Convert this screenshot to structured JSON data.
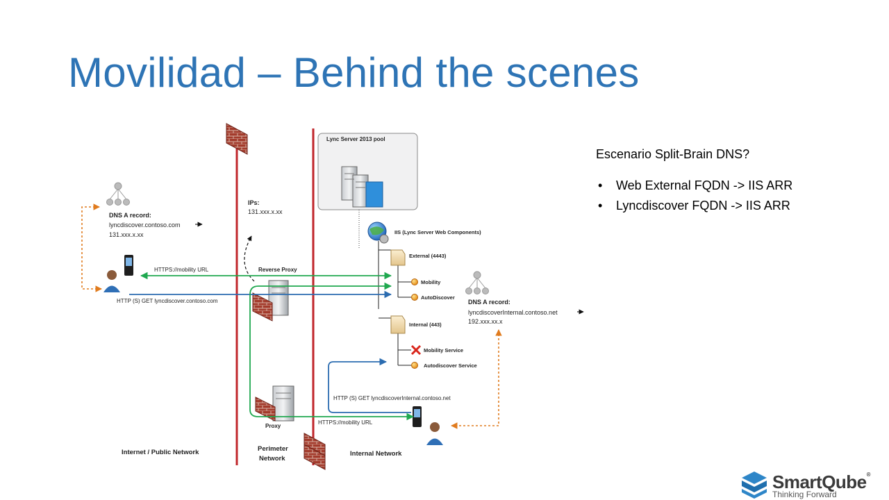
{
  "slide": {
    "title": "Movilidad – Behind the scenes"
  },
  "diagram": {
    "pool_title": "Lync Server 2013 pool",
    "iis_label": "IIS (Lync Server Web Components)",
    "external_site": "External (4443)",
    "external_items": [
      "Mobility",
      "AutoDiscover"
    ],
    "internal_site": "Internal (443)",
    "internal_items": [
      "Mobility Service",
      "Autodiscover Service"
    ],
    "dns_external": {
      "heading": "DNS A record:",
      "name": "lyncdiscover.contoso.com",
      "address": "131.xxx.x.xx"
    },
    "dns_internal": {
      "heading": "DNS A record:",
      "name": "lyncdiscoverInternal.contoso.net",
      "address": "192.xxx.xx.x"
    },
    "ips": {
      "heading": "IPs:",
      "value": "131.xxx.x.xx"
    },
    "reverse_proxy_label": "Reverse Proxy",
    "proxy_label": "Proxy",
    "arrow_external_https": "HTTPS://mobility URL",
    "arrow_external_get": "HTTP (S) GET lyncdiscover.contoso.com",
    "arrow_internal_get": "HTTP (S) GET lyncdiscoverInternal.contoso.net",
    "arrow_internal_https": "HTTPS://mobility URL",
    "zones": {
      "internet": "Internet / Public Network",
      "perimeter_line1": "Perimeter",
      "perimeter_line2": "Network",
      "internal": "Internal Network"
    },
    "colors": {
      "green": "#1FA84F",
      "blue": "#2B6CB0",
      "orange": "#E07B1E",
      "firewall_red": "#C0262B"
    }
  },
  "notes": {
    "lead": "Escenario Split-Brain DNS?",
    "bullets": [
      "Web External FQDN -> IIS ARR",
      "Lyncdiscover FQDN -> IIS ARR"
    ],
    "bullet_glyph": "•"
  },
  "logo": {
    "name": "SmartQube",
    "registered": "®",
    "tagline": "Thinking Forward"
  }
}
